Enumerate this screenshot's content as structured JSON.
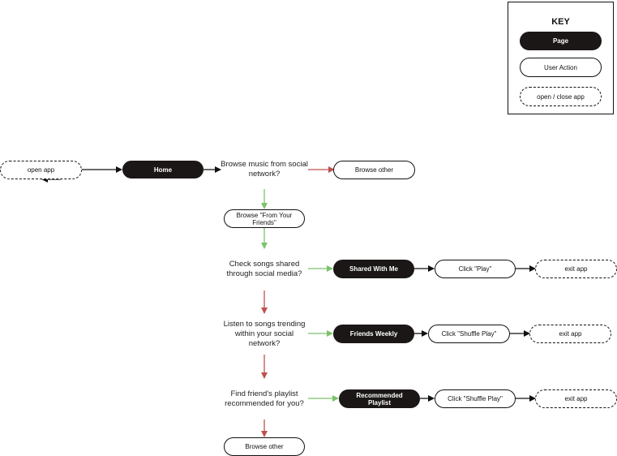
{
  "legend": {
    "title": "KEY",
    "page": "Page",
    "user_action": "User Action",
    "open_close": "open / close app"
  },
  "nodes": {
    "open_app": "open app",
    "home": "Home",
    "q_browse_social": "Browse music from social network?",
    "browse_other_top": "Browse other",
    "browse_from_friends": "Browse \"From Your Friends\"",
    "q_check_shared": "Check songs shared through social media?",
    "shared_with_me": "Shared With Me",
    "click_play": "Click \"Play\"",
    "exit_app_1": "exit app",
    "q_trending": "Listen to songs trending within your social network?",
    "friends_weekly": "Friends Weekly",
    "click_shuffle_1": "Click \"Shuffle Play\"",
    "exit_app_2": "exit app",
    "q_friend_playlist": "Find friend's playlist recommended for you?",
    "recommended_playlist": "Recommended Playlist",
    "click_shuffle_2": "Click \"Shuffle Play\"",
    "exit_app_3": "exit app",
    "browse_other_bottom": "Browse other"
  },
  "colors": {
    "page_fill": "#1b1717",
    "yes_arrow": "#7cc26a",
    "no_arrow": "#c0504d",
    "flow_arrow": "#111111"
  }
}
